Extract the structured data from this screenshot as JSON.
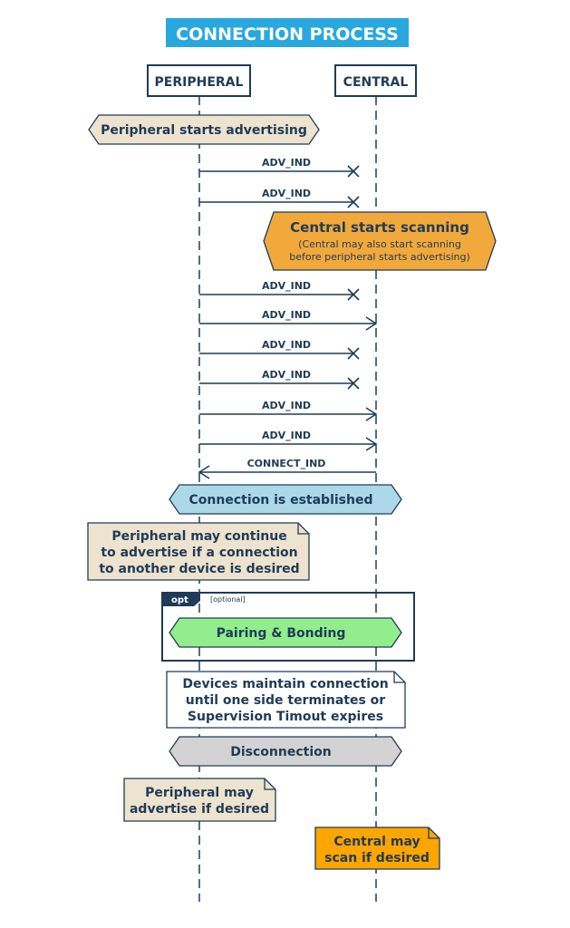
{
  "title": "CONNECTION PROCESS",
  "participants": {
    "peripheral": "PERIPHERAL",
    "central": "CENTRAL"
  },
  "notes": {
    "peripheral_advertising": "Peripheral starts advertising",
    "central_scanning_title": "Central starts scanning",
    "central_scanning_sub1": "(Central may also start scanning",
    "central_scanning_sub2": "before peripheral starts advertising)",
    "connection_established": "Connection is established",
    "continue_line1": "Peripheral may continue",
    "continue_line2": "to advertise if a connection",
    "continue_line3": "to another device is desired",
    "pairing": "Pairing & Bonding",
    "maintain_line1": "Devices maintain connection",
    "maintain_line2": "until one side terminates or",
    "maintain_line3": "Supervision Timout expires",
    "disconnection": "Disconnection",
    "peripheral_may_line1": "Peripheral may",
    "peripheral_may_line2": "advertise if desired",
    "central_may_line1": "Central may",
    "central_may_line2": "scan if desired"
  },
  "opt_frame": {
    "tag": "opt",
    "condition": "[optional]"
  },
  "messages": [
    {
      "label": "ADV_IND",
      "direction": "to_central",
      "received": false
    },
    {
      "label": "ADV_IND",
      "direction": "to_central",
      "received": false
    },
    {
      "label": "ADV_IND",
      "direction": "to_central",
      "received": false
    },
    {
      "label": "ADV_IND",
      "direction": "to_central",
      "received": true
    },
    {
      "label": "ADV_IND",
      "direction": "to_central",
      "received": false
    },
    {
      "label": "ADV_IND",
      "direction": "to_central",
      "received": false
    },
    {
      "label": "ADV_IND",
      "direction": "to_central",
      "received": true
    },
    {
      "label": "ADV_IND",
      "direction": "to_central",
      "received": true
    },
    {
      "label": "CONNECT_IND",
      "direction": "to_peripheral",
      "received": true
    }
  ],
  "colors": {
    "title_bg": "#29a8e0",
    "dark_text": "#1f3b57",
    "beige": "#ede3cf",
    "orange_scan": "#f2a93b",
    "blue_conn": "#acd8ea",
    "green_pair": "#92ee8c",
    "gray_disc": "#d3d3d3",
    "orange_central": "#ffa500"
  }
}
